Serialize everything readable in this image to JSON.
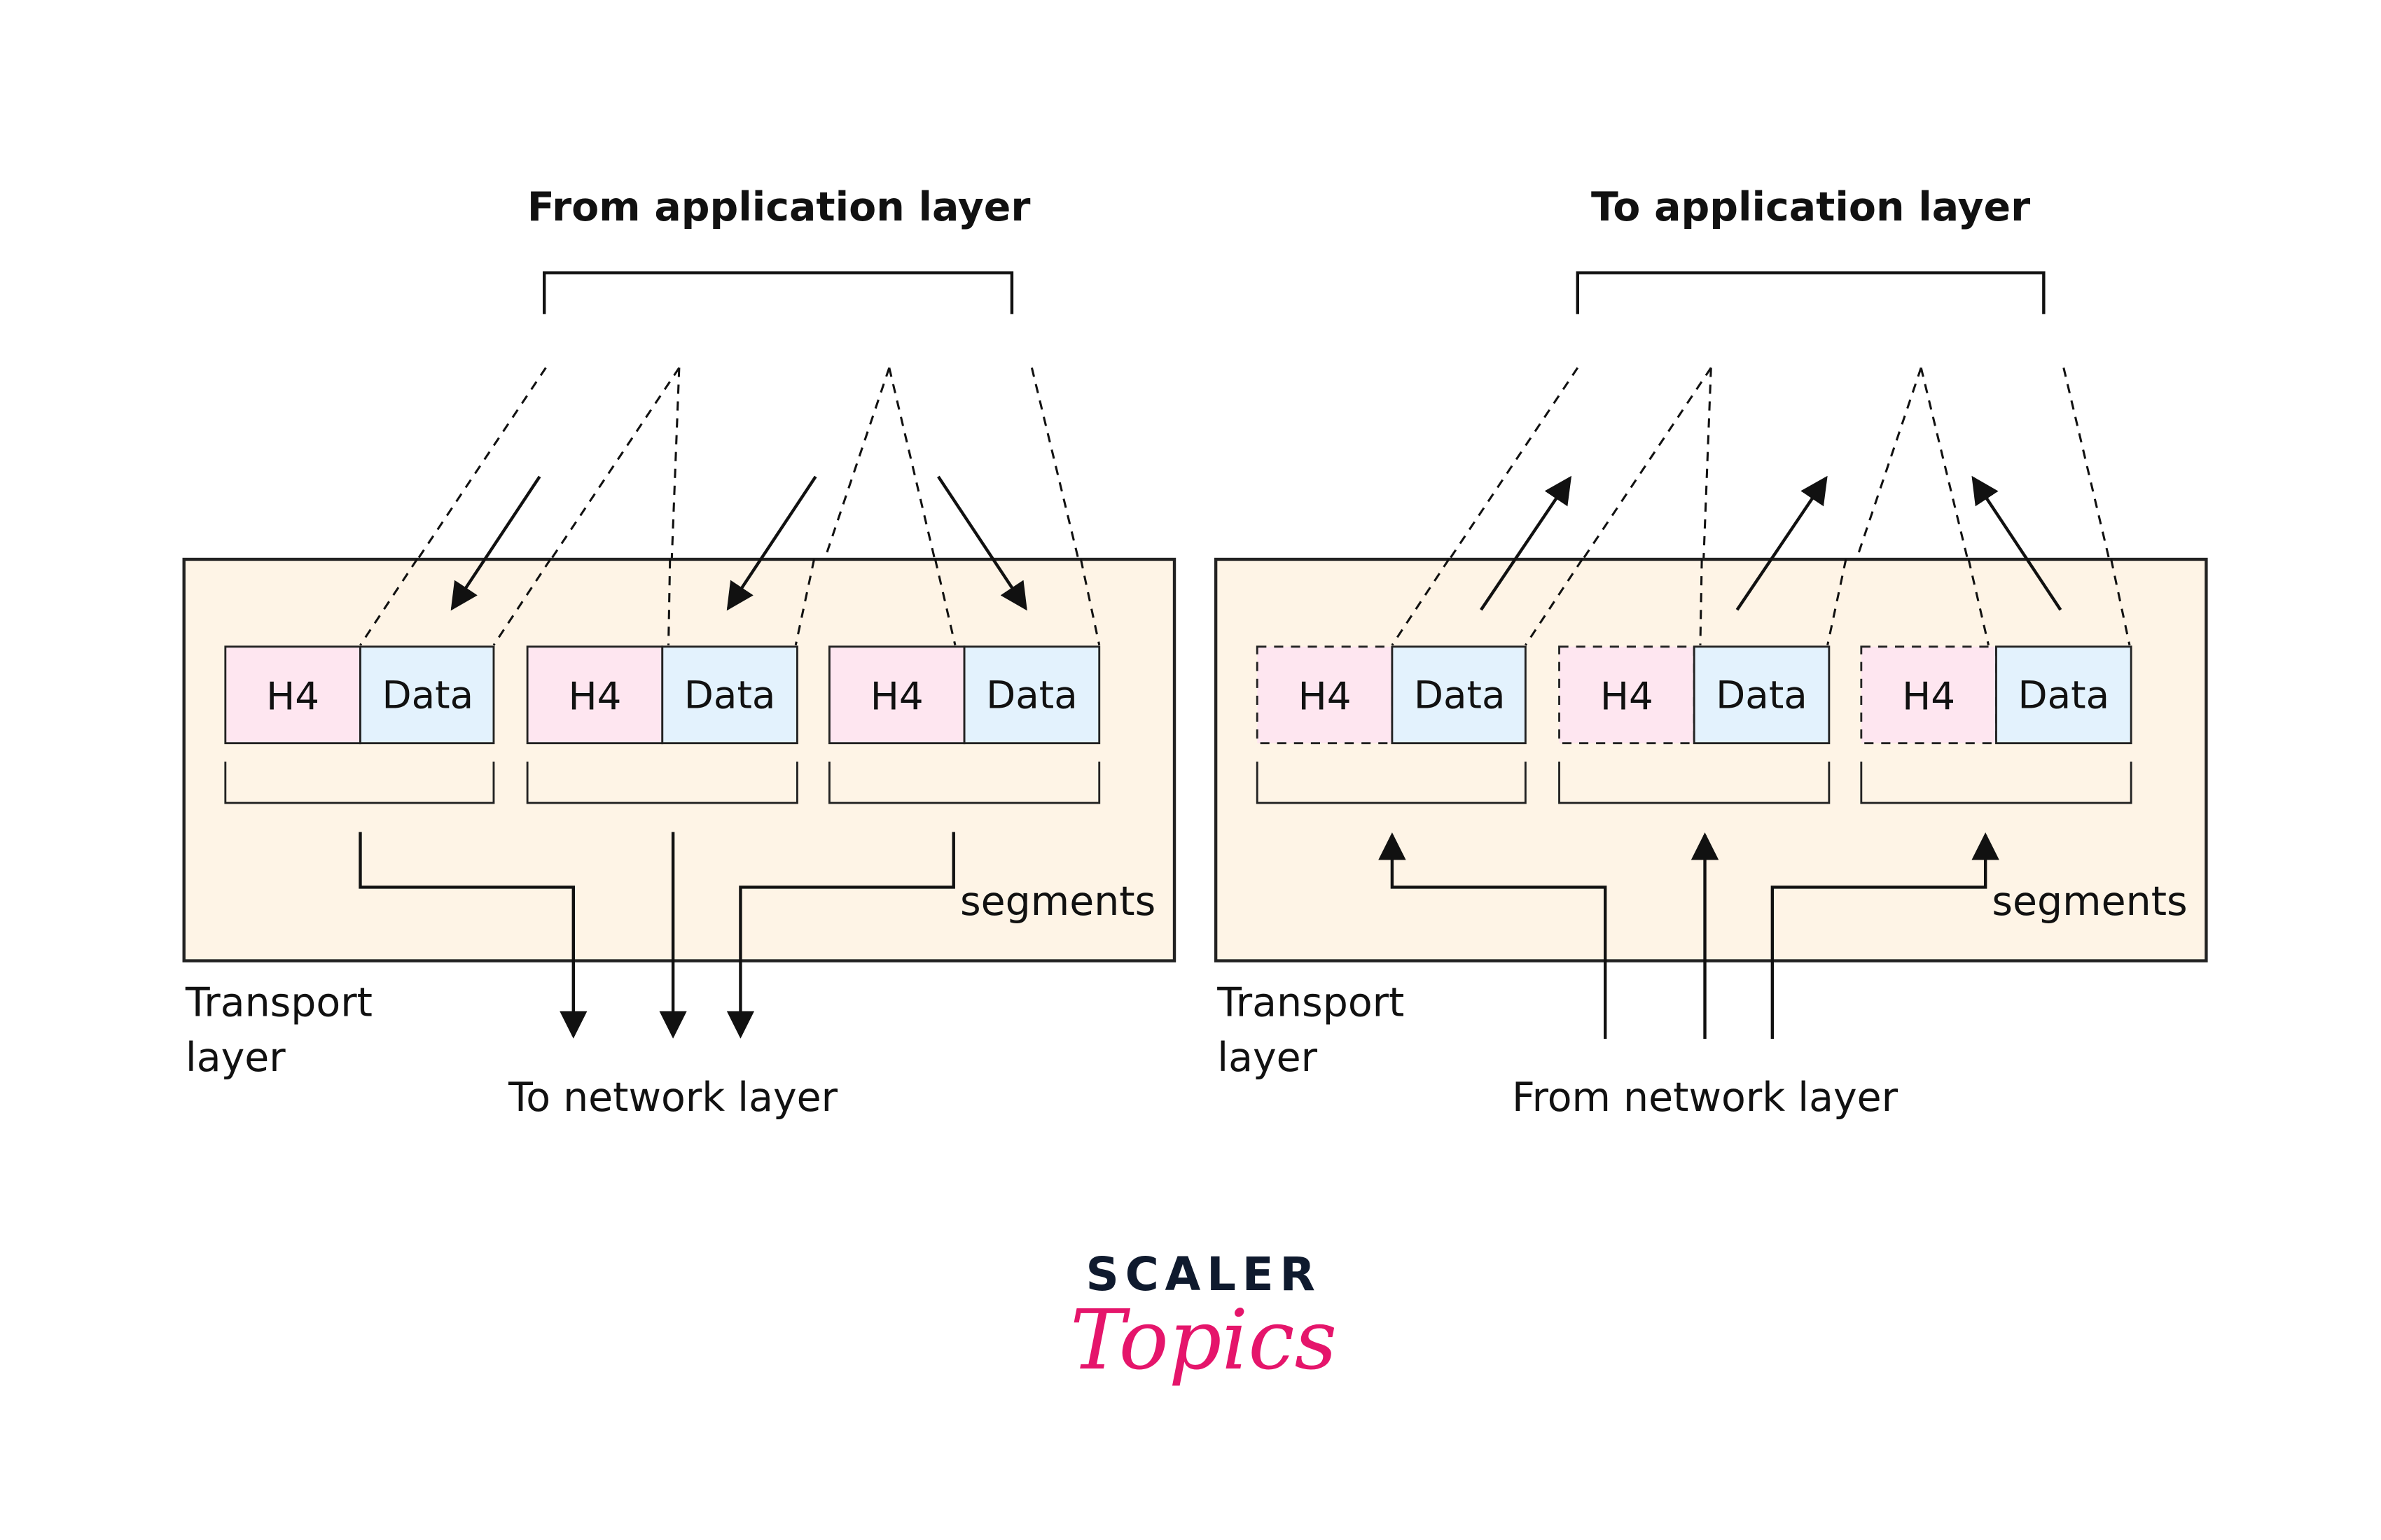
{
  "left_panel": {
    "title": "From application layer",
    "box_label_line1": "Transport",
    "box_label_line2": "layer",
    "segments_label": "segments",
    "bottom_label": "To network layer",
    "segments": [
      {
        "header": "H4",
        "payload": "Data"
      },
      {
        "header": "H4",
        "payload": "Data"
      },
      {
        "header": "H4",
        "payload": "Data"
      }
    ]
  },
  "right_panel": {
    "title": "To application layer",
    "box_label_line1": "Transport",
    "box_label_line2": "layer",
    "segments_label": "segments",
    "bottom_label": "From network layer",
    "segments": [
      {
        "header": "H4",
        "payload": "Data"
      },
      {
        "header": "H4",
        "payload": "Data"
      },
      {
        "header": "H4",
        "payload": "Data"
      }
    ]
  },
  "logo": {
    "line1": "SCALER",
    "line2": "Topics",
    "color_dark": "#0F1A2E",
    "color_pink": "#E5156B"
  },
  "colors": {
    "transport_box": "#FEF4E6",
    "header_cell": "#FEE6F0",
    "data_cell": "#E3F2FD"
  }
}
